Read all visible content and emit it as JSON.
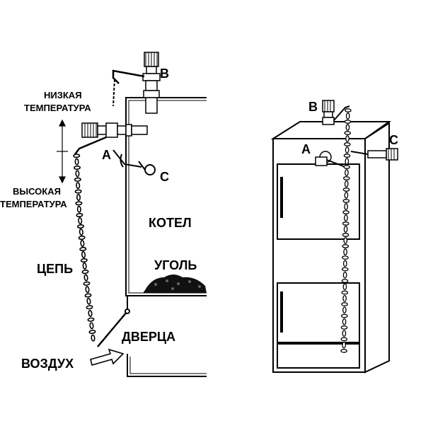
{
  "labels": {
    "low_temp_line1": "НИЗКАЯ",
    "low_temp_line2": "ТЕМПЕРАТУРА",
    "high_temp_line1": "ВЫСОКАЯ",
    "high_temp_line2": "ТЕМПЕРАТУРА",
    "boiler": "КОТЕЛ",
    "coal": "УГОЛЬ",
    "chain": "ЦЕПЬ",
    "door": "ДВЕРЦА",
    "air": "ВОЗДУХ",
    "a_left": "A",
    "b_left": "B",
    "c_left": "C",
    "a_right": "A",
    "b_right": "B",
    "c_right": "C"
  },
  "colors": {
    "ink": "#000000",
    "fill_light": "#ffffff",
    "shade": "#d9d9d9"
  },
  "icons": {
    "air_arrow": "right-arrow-icon",
    "regulator": "thermostat-regulator-icon",
    "chain": "chain-icon"
  }
}
